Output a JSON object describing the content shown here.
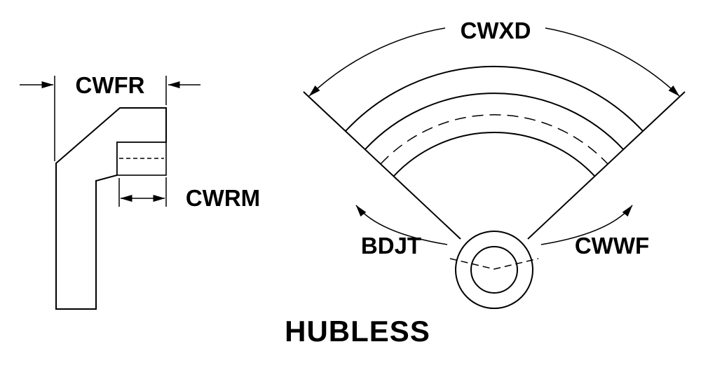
{
  "title": "HUBLESS",
  "colors": {
    "line": "#000000",
    "background": "#ffffff"
  },
  "cross_section_view": {
    "flange_width_label": "CWFR",
    "rim_width_label": "CWRM"
  },
  "sector_view": {
    "outer_arc_label": "CWXD",
    "left_face_label": "BDJT",
    "right_face_label": "CWWF"
  }
}
